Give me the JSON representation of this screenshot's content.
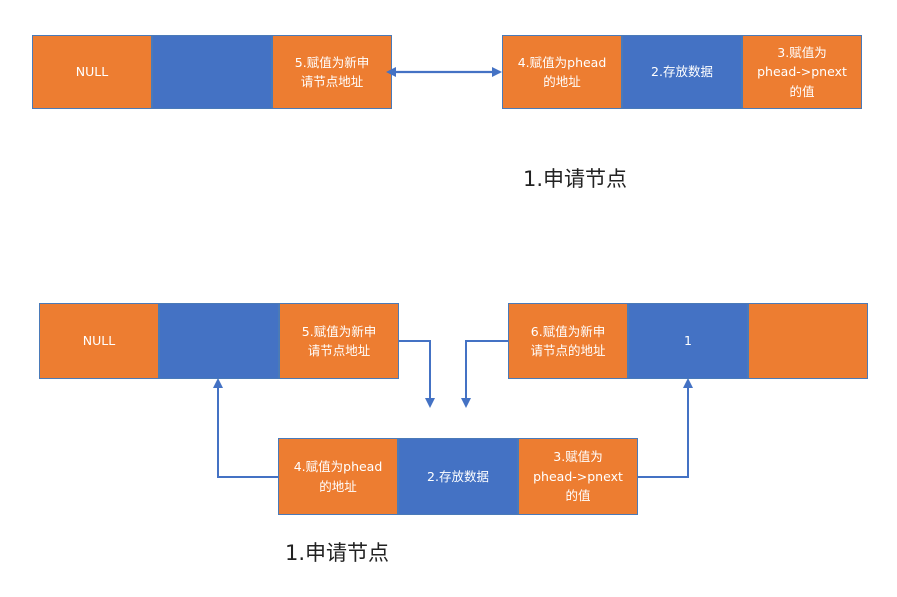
{
  "top": {
    "left_node": {
      "cell1": "NULL",
      "cell2": "",
      "cell3": "5.赋值为新申\n请节点地址"
    },
    "right_node": {
      "cell1": "4.赋值为phead\n的地址",
      "cell2": "2.存放数据",
      "cell3": "3.赋值为\nphead->pnext\n的值"
    },
    "caption": "1.申请节点"
  },
  "bottom": {
    "left_node": {
      "cell1": "NULL",
      "cell2": "",
      "cell3": "5.赋值为新申\n请节点地址"
    },
    "right_node": {
      "cell1": "6.赋值为新申\n请节点的地址",
      "cell2": "1",
      "cell3": ""
    },
    "new_node": {
      "cell1": "4.赋值为phead\n的地址",
      "cell2": "2.存放数据",
      "cell3": "3.赋值为\nphead->pnext\n的值"
    },
    "caption": "1.申请节点"
  },
  "colors": {
    "orange": "#ed7d31",
    "blue": "#4472c4",
    "arrow": "#4472c4"
  }
}
